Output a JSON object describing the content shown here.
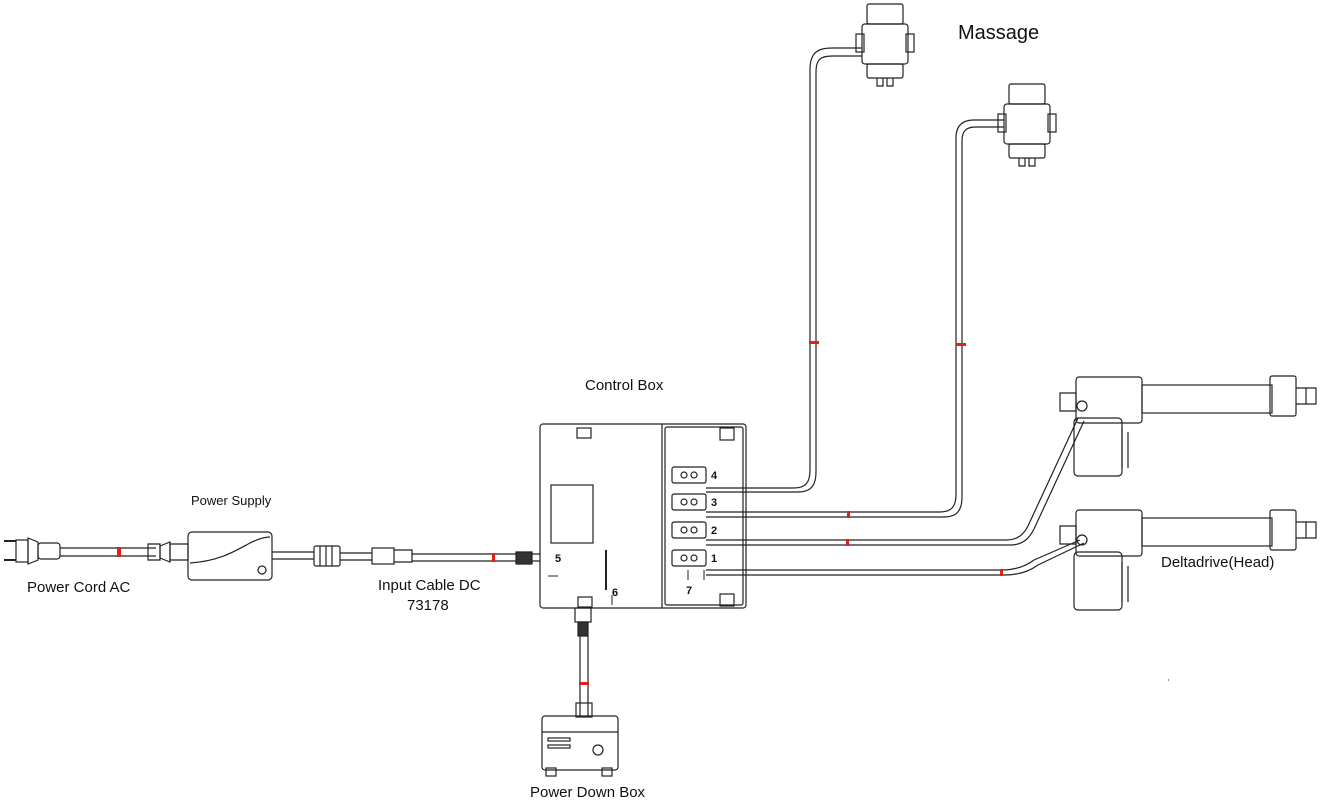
{
  "labels": {
    "power_cord": "Power Cord AC",
    "power_supply": "Power Supply",
    "input_cable": "Input Cable DC",
    "input_cable_part": "73178",
    "control_box": "Control Box",
    "power_down_box": "Power Down Box",
    "massage": "Massage",
    "deltadrive": "Deltadrive(Head)"
  },
  "ports": [
    "4",
    "3",
    "2",
    "1"
  ],
  "bottom_ports": [
    "7"
  ],
  "side_markings": [
    "5",
    "6"
  ],
  "colors": {
    "line": "#222222",
    "cable_marker": "#e02020",
    "background": "#ffffff"
  }
}
